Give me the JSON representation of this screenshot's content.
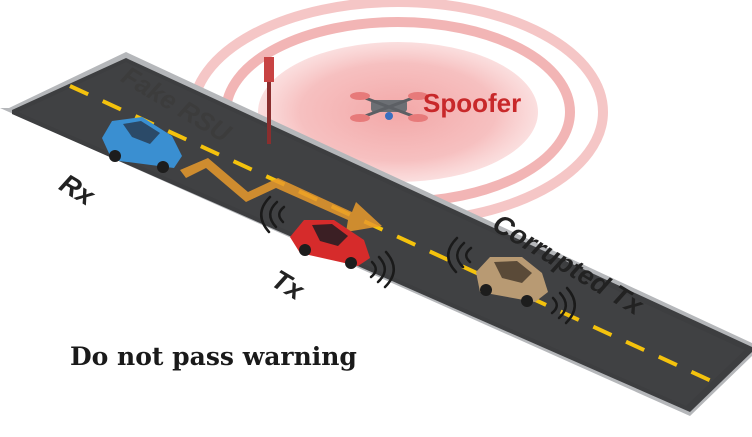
{
  "labels": {
    "fake_rsu": "Fake RSU",
    "spoofer": "Spoofer",
    "rx": "Rx",
    "tx": "Tx",
    "corrupted_tx": "Corrupted Tx",
    "warning": "Do not pass warning"
  },
  "colors": {
    "road": "#3d3e40",
    "road_edge": "#b5b7ba",
    "lane_dash": "#f4c20d",
    "spoofer_ring": "#e55a5a",
    "spoofer_text": "#c8282a",
    "rx_car": "#3a8fd1",
    "tx_car": "#d62b2b",
    "corrupted_car": "#b89a73",
    "arrow": "#e89a2c"
  },
  "icons": [
    "rsu-pole-icon",
    "drone-icon",
    "signal-wave-icon",
    "car-icon",
    "arrow-icon"
  ]
}
